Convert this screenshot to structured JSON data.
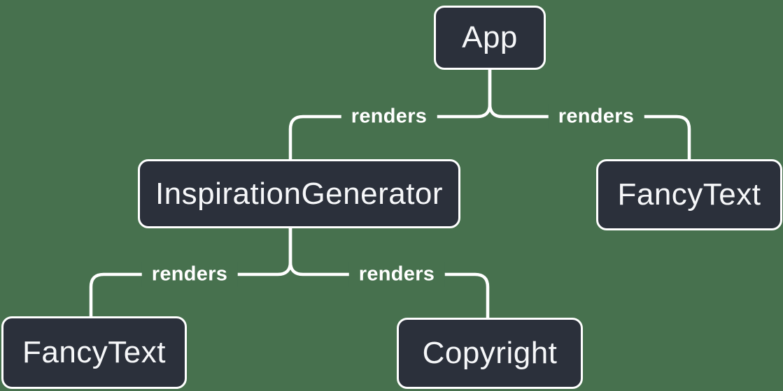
{
  "colors": {
    "background": "#47714E",
    "node_fill": "#2B303B",
    "node_border": "#FFFFFF",
    "node_text": "#F6F7F9",
    "edge_line": "#FFFFFF",
    "edge_label_text": "#FFFFFF"
  },
  "diagram": {
    "type": "tree",
    "nodes": [
      {
        "id": "app",
        "label": "App"
      },
      {
        "id": "inspiration-generator",
        "label": "InspirationGenerator"
      },
      {
        "id": "fancy-text-top-right",
        "label": "FancyText"
      },
      {
        "id": "fancy-text-bottom-left",
        "label": "FancyText"
      },
      {
        "id": "copyright",
        "label": "Copyright"
      }
    ],
    "edges": [
      {
        "from": "App",
        "to": "InspirationGenerator",
        "label": "renders"
      },
      {
        "from": "App",
        "to": "FancyText",
        "label": "renders"
      },
      {
        "from": "InspirationGenerator",
        "to": "FancyText",
        "label": "renders"
      },
      {
        "from": "InspirationGenerator",
        "to": "Copyright",
        "label": "renders"
      }
    ]
  }
}
